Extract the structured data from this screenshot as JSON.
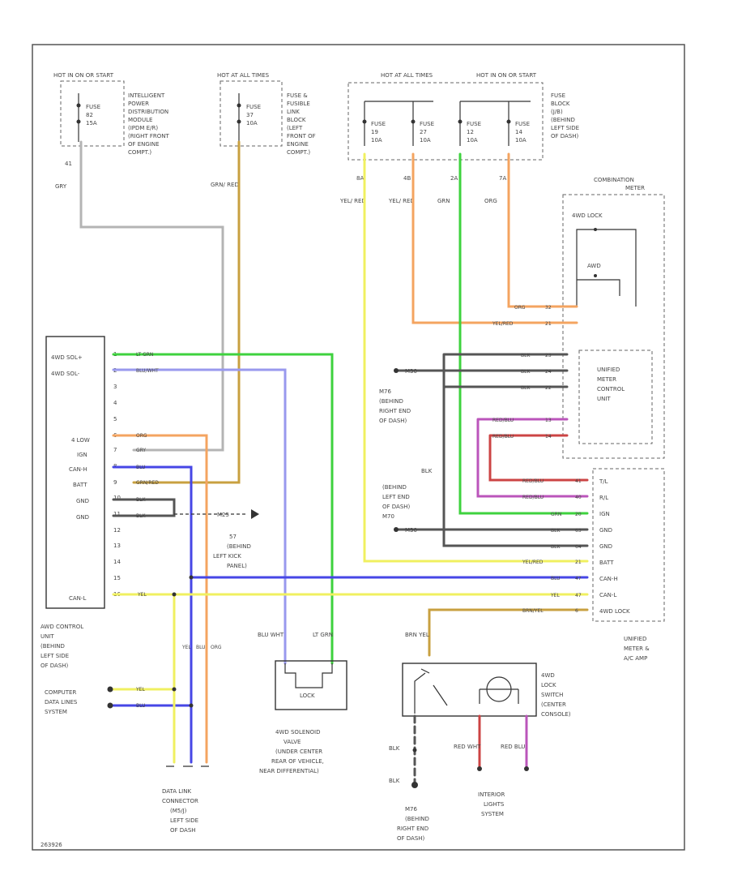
{
  "fuse_sources": [
    {
      "hot": "HOT IN ON OR START",
      "fuse": "FUSE",
      "num": "82",
      "amp": "15A",
      "location": [
        "INTELLIGENT",
        "POWER",
        "DISTRIBUTION",
        "MODULE",
        "(IPDM E/R)",
        "(RIGHT FRONT",
        "OF ENGINE",
        "COMPT.)"
      ],
      "wire_pin": "41",
      "wire_color": "GRY"
    },
    {
      "hot": "HOT AT ALL TIMES",
      "fuse": "FUSE",
      "num": "37",
      "amp": "10A",
      "location": [
        "FUSE &",
        "FUSIBLE",
        "LINK",
        "BLOCK",
        "(LEFT",
        "FRONT OF",
        "ENGINE",
        "COMPT.)"
      ],
      "wire_color": "GRN/ RED"
    },
    {
      "hot": "HOT AT ALL TIMES",
      "fuses": [
        {
          "fuse": "FUSE",
          "num": "19",
          "amp": "10A",
          "pin": "8A",
          "wire_color": "YEL/ RED"
        },
        {
          "fuse": "FUSE",
          "num": "27",
          "amp": "10A",
          "pin": "4B",
          "wire_color": "YEL/ RED"
        }
      ]
    },
    {
      "hot": "HOT IN ON OR START",
      "fuses": [
        {
          "fuse": "FUSE",
          "num": "12",
          "amp": "10A",
          "pin": "2A",
          "wire_color": "GRN"
        },
        {
          "fuse": "FUSE",
          "num": "14",
          "amp": "10A",
          "pin": "7A",
          "wire_color": "ORG"
        }
      ],
      "location": [
        "FUSE",
        "BLOCK",
        "(J/B)",
        "(BEHIND",
        "LEFT SIDE",
        "OF DASH)"
      ]
    }
  ],
  "combination_meter": {
    "title": [
      "COMBINATION",
      "METER"
    ],
    "indicators": [
      "4WD LOCK",
      "AWD"
    ],
    "unit": [
      "UNIFIED",
      "METER",
      "CONTROL",
      "UNIT"
    ],
    "wires": [
      {
        "pin": "32",
        "color": "ORG"
      },
      {
        "pin": "21",
        "color": "YEL/RED"
      },
      {
        "pin": "23",
        "color": "BLK"
      },
      {
        "pin": "24",
        "color": "BLK"
      },
      {
        "pin": "22",
        "color": "BLK"
      },
      {
        "pin": "13",
        "color": "RED/BLU"
      },
      {
        "pin": "14",
        "color": "RED/BLU"
      }
    ]
  },
  "ground_m": {
    "label": "M30",
    "location": [
      "M76",
      "(BEHIND",
      "RIGHT END",
      "OF DASH)"
    ]
  },
  "ground_m2": {
    "label": "M30",
    "location": [
      "(BEHIND",
      "LEFT END",
      "OF DASH)",
      "M70"
    ],
    "wire": "BLK"
  },
  "amp_connector": {
    "title": [
      "UNIFIED",
      "METER &",
      "A/C AMP"
    ],
    "pins": [
      {
        "pin": "T/L",
        "color": "RED/BLU",
        "num": "41"
      },
      {
        "pin": "R/L",
        "color": "RED/BLU",
        "num": "40"
      },
      {
        "pin": "IGN",
        "color": "GRN",
        "num": "20"
      },
      {
        "pin": "GND",
        "color": "BLK",
        "num": "63"
      },
      {
        "pin": "GND",
        "color": "BLK",
        "num": "64"
      },
      {
        "pin": "BATT",
        "color": "YEL/RED",
        "num": "21"
      },
      {
        "pin": "CAN-H",
        "color": "BLU",
        "num": "47"
      },
      {
        "pin": "CAN-L",
        "color": "YEL",
        "num": "47"
      },
      {
        "pin": "4WD LOCK",
        "color": "BRN/YEL",
        "num": "6"
      }
    ]
  },
  "awd_unit": {
    "title": [
      "AWD CONTROL",
      "UNIT",
      "(BEHIND",
      "LEFT SIDE",
      "OF DASH)"
    ],
    "pins": [
      {
        "name": "4WD SOL+",
        "num": "1",
        "color": "LT GRN"
      },
      {
        "name": "4WD SOL-",
        "num": "2",
        "color": "BLU/WHT"
      },
      {
        "name": "",
        "num": "3"
      },
      {
        "name": "",
        "num": "4"
      },
      {
        "name": "",
        "num": "5"
      },
      {
        "name": "4 LOW",
        "num": "6",
        "color": "ORG"
      },
      {
        "name": "IGN",
        "num": "7",
        "color": "GRY"
      },
      {
        "name": "CAN-H",
        "num": "8",
        "color": "BLU"
      },
      {
        "name": "BATT",
        "num": "9",
        "color": "GRN/RED"
      },
      {
        "name": "GND",
        "num": "10",
        "color": "BLK"
      },
      {
        "name": "GND",
        "num": "11",
        "color": "BLK"
      },
      {
        "name": "",
        "num": "12"
      },
      {
        "name": "",
        "num": "13"
      },
      {
        "name": "",
        "num": "14"
      },
      {
        "name": "",
        "num": "15"
      },
      {
        "name": "CAN-L",
        "num": "16",
        "color": "YEL"
      }
    ],
    "ground_ref": "M25",
    "ground_note": [
      "57",
      "(BEHIND",
      "LEFT KICK",
      "PANEL)"
    ]
  },
  "data_link": {
    "label": [
      "COMPUTER",
      "DATA LINES",
      "SYSTEM"
    ],
    "wires": [
      {
        "color": "YEL"
      },
      {
        "color": "BLU"
      }
    ],
    "connector": [
      "DATA LINK",
      "CONNECTOR",
      "(M5/J)",
      "LEFT SIDE",
      "OF DASH"
    ],
    "pin_colors": [
      "YEL",
      "BLU",
      "ORG"
    ]
  },
  "solenoid": {
    "wires": [
      "BLU WHT",
      "LT GRN"
    ],
    "label": [
      "4WD SOLENOID",
      "VALVE",
      "(UNDER CENTER",
      "REAR OF VEHICLE,",
      "NEAR DIFFERENTIAL)"
    ],
    "inner": "LOCK"
  },
  "lock_switch": {
    "wire": "BRN YEL",
    "label": [
      "4WD",
      "LOCK",
      "SWITCH",
      "(CENTER",
      "CONSOLE)"
    ],
    "pins": [
      "BLK",
      "RED WHT",
      "RED BLU"
    ],
    "ground": "BLK",
    "ground_loc": [
      "M76",
      "(BEHIND",
      "RIGHT END",
      "OF DASH)"
    ],
    "lights": [
      "INTERIOR",
      "LIGHTS",
      "SYSTEM"
    ]
  },
  "footer_id": "263926"
}
